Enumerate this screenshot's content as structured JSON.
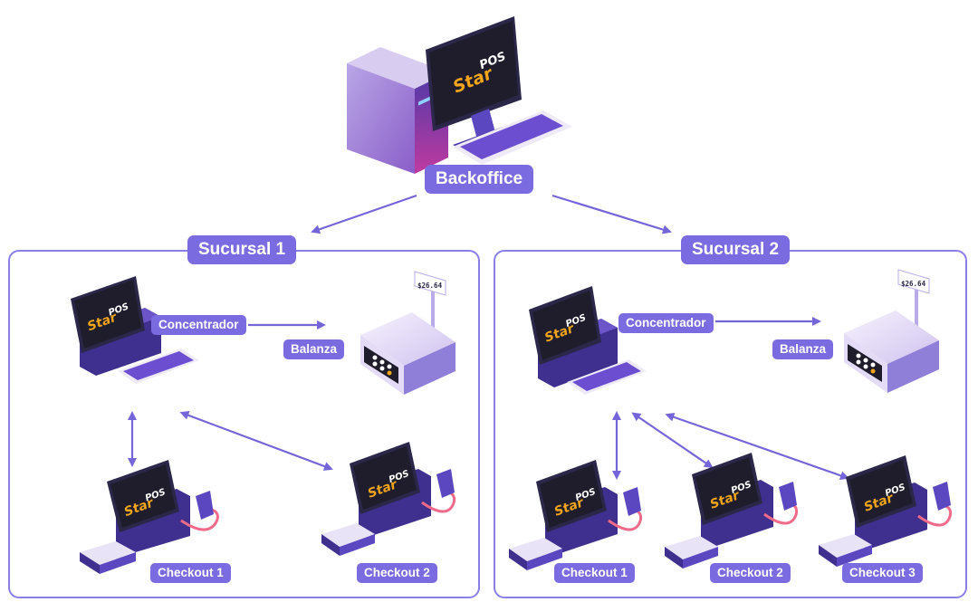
{
  "backoffice": {
    "label": "Backoffice",
    "screen_logo": "StarPOS"
  },
  "branches": [
    {
      "title": "Sucursal 1",
      "concentrador": "Concentrador",
      "balanza": "Balanza",
      "scale_price": "$26.64",
      "checkouts": [
        "Checkout 1",
        "Checkout 2"
      ]
    },
    {
      "title": "Sucursal 2",
      "concentrador": "Concentrador",
      "balanza": "Balanza",
      "scale_price": "$26.64",
      "checkouts": [
        "Checkout 1",
        "Checkout 2",
        "Checkout 3"
      ]
    }
  ],
  "colors": {
    "accent": "#7b6be0",
    "arrow": "#7466d9",
    "device_dark": "#3f2f8f",
    "device_light": "#e9e3f7",
    "screen": "#1e1e2a",
    "logo_gold": "#f2a51a",
    "cable": "#f06b8a"
  }
}
